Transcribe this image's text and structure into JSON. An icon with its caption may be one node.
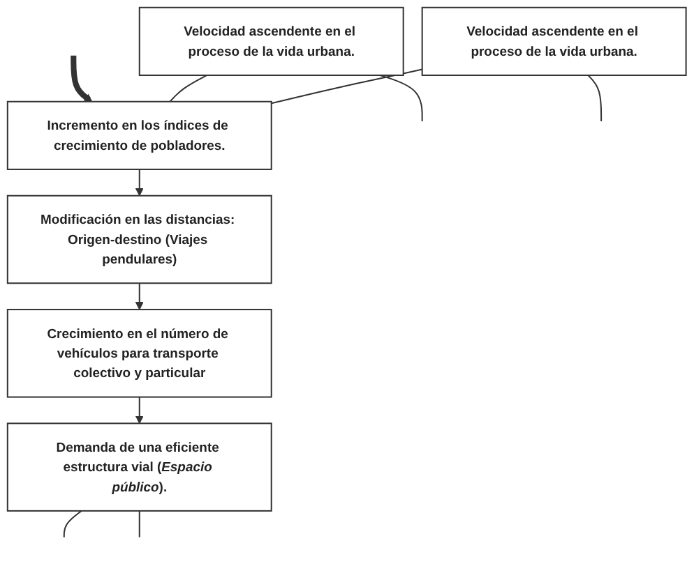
{
  "diagram": {
    "nodes": [
      {
        "text": [
          "Velocidad ascendente en el proceso de la vida urbana."
        ]
      },
      {
        "text": [
          "Incremento en los índices de crecimiento de pobladores."
        ]
      },
      {
        "text": [
          "Modificación en las distancias: Origen-destino (Viajes pendulares)"
        ]
      },
      {
        "text": [
          "Crecimiento en el número de vehículos para transporte colectivo y particular"
        ]
      },
      {
        "text": [
          "Demanda de una eficiente estructura vial (*Espacio público*)."
        ]
      },
      {
        "text": [
          "Velocidad ascendente en el proceso de la vida urbana."
        ]
      }
    ],
    "edges": [
      {
        "from": null,
        "to": 1,
        "arrow": "to",
        "style": "thick",
        "color": "#333333"
      },
      {
        "from": 0,
        "to": 1,
        "arrow": "none"
      },
      {
        "from": 5,
        "to": 1,
        "arrow": "none"
      },
      {
        "from": 1,
        "to": 2,
        "arrow": "to"
      },
      {
        "from": 2,
        "to": 3,
        "arrow": "to"
      },
      {
        "from": 3,
        "to": 4,
        "arrow": "to"
      },
      {
        "from": 0,
        "to": null,
        "arrow": "none"
      },
      {
        "from": 4,
        "to": null,
        "arrow": "none"
      },
      {
        "from": 4,
        "to": null,
        "arrow": "none"
      },
      {
        "from": 5,
        "to": null,
        "arrow": "none"
      }
    ]
  }
}
